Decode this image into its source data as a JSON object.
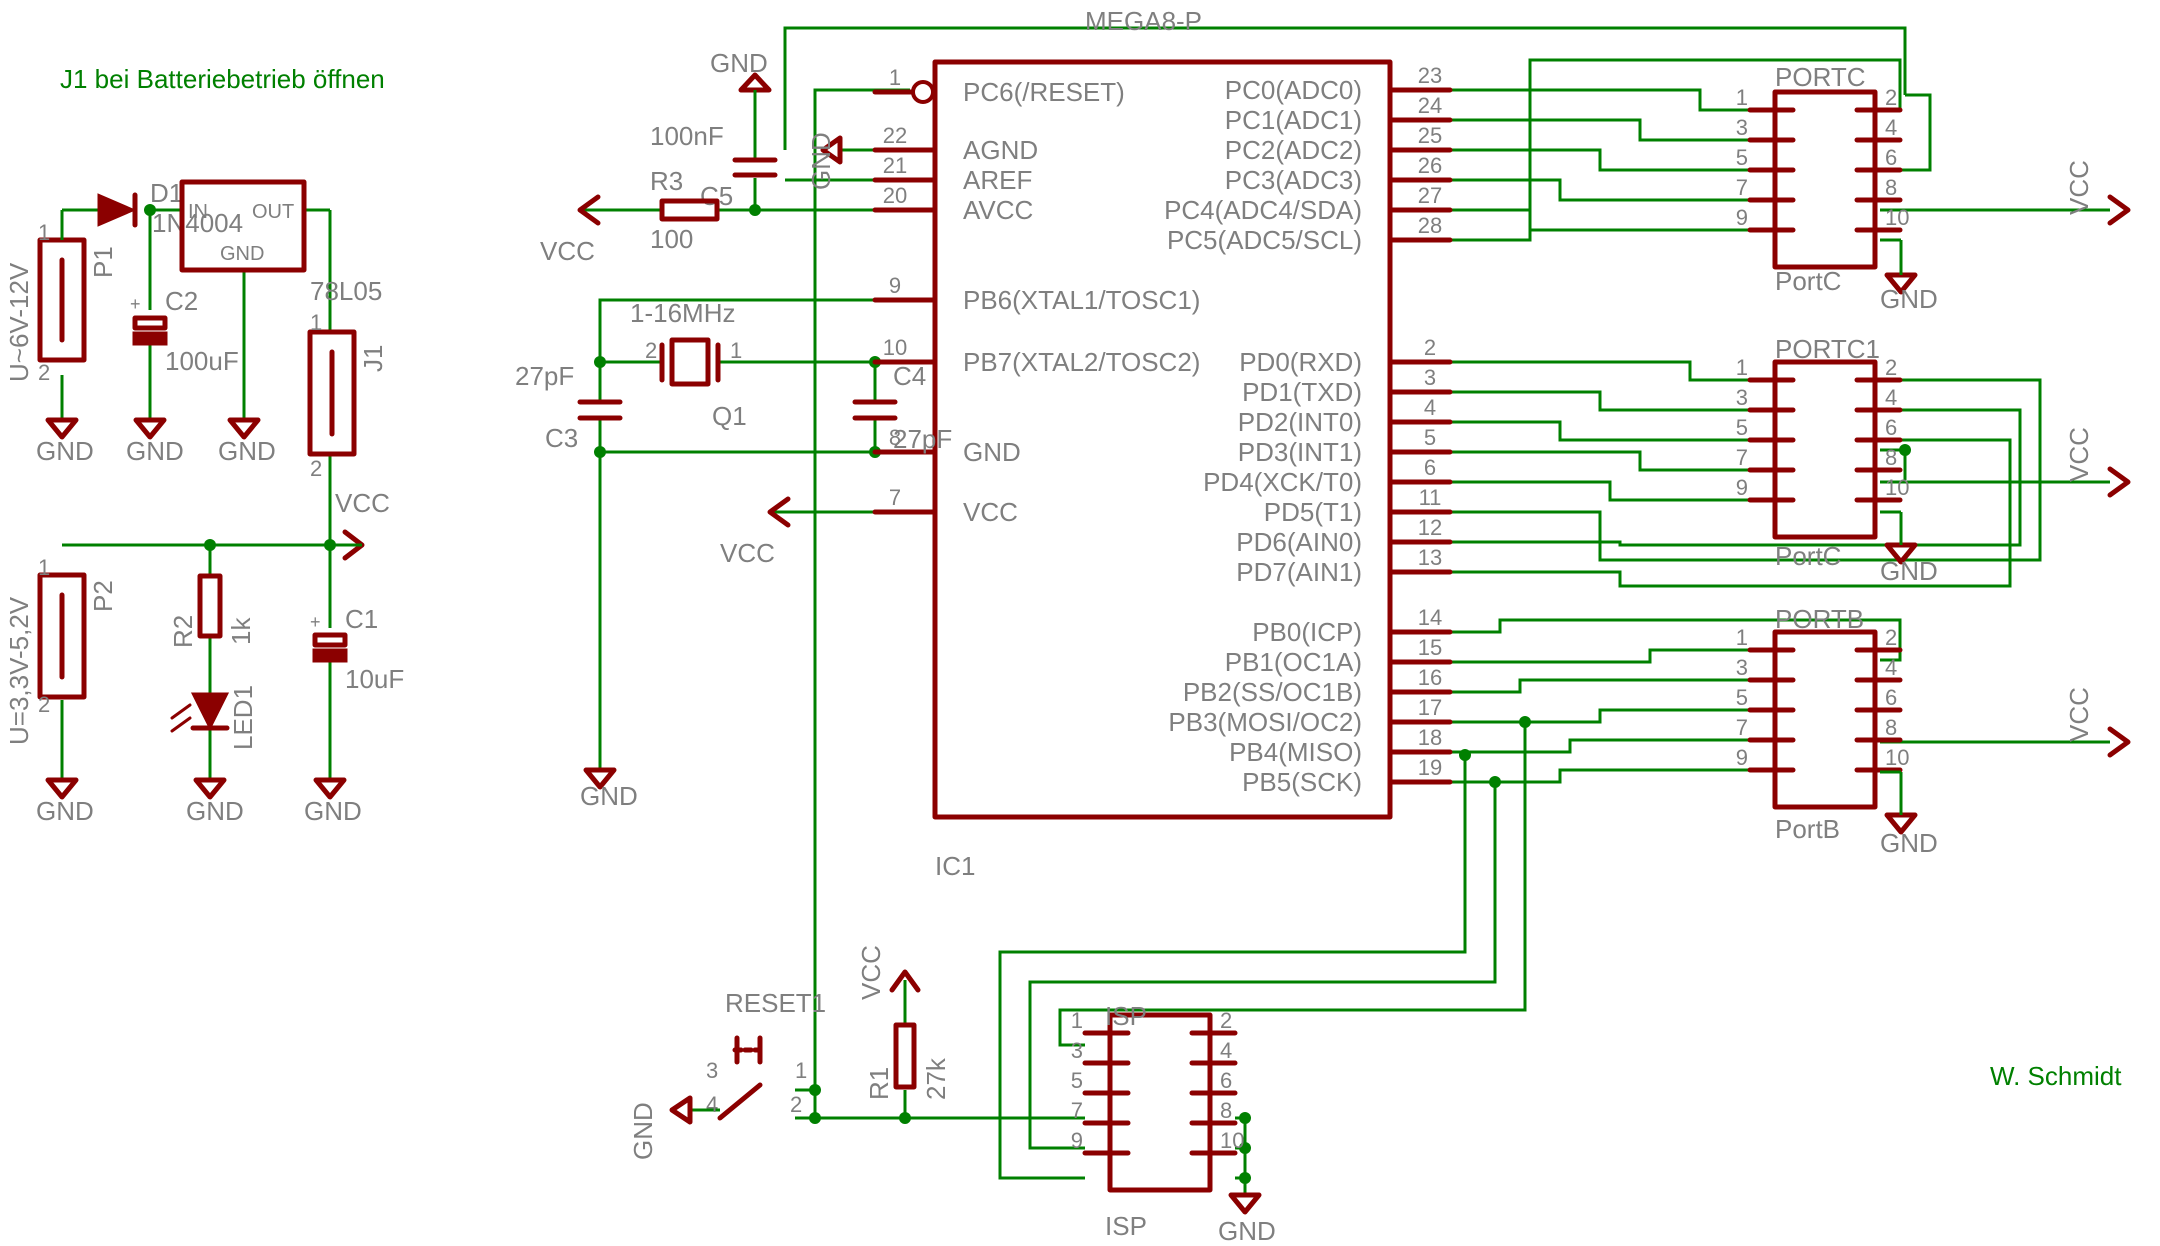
{
  "notes": {
    "battery": "J1 bei Batteriebetrieb öffnen",
    "author": "W. Schmidt"
  },
  "power": {
    "P1": {
      "name": "P1",
      "value": "U~6V-12V",
      "pin1": "1",
      "pin2": "2"
    },
    "P2": {
      "name": "P2",
      "value": "U=3,3V-5,2V",
      "pin1": "1",
      "pin2": "2"
    },
    "D1": {
      "name": "D1",
      "value": "1N4004"
    },
    "reg": {
      "value": "78L05",
      "in": "IN",
      "out": "OUT",
      "gnd": "GND"
    },
    "C2": {
      "name": "C2",
      "value": "100uF",
      "plus": "+"
    },
    "C1": {
      "name": "C1",
      "value": "10uF",
      "plus": "+"
    },
    "J1": {
      "name": "J1",
      "pin1": "1",
      "pin2": "2"
    },
    "R2": {
      "name": "R2",
      "value": "1k"
    },
    "LED1": {
      "name": "LED1"
    }
  },
  "supply_labels": {
    "gnd": "GND",
    "vcc": "VCC"
  },
  "ic1": {
    "name": "IC1",
    "value": "MEGA8-P",
    "left_pins": [
      {
        "num": "1",
        "name": "PC6(/RESET)"
      },
      {
        "num": "22",
        "name": "AGND"
      },
      {
        "num": "21",
        "name": "AREF"
      },
      {
        "num": "20",
        "name": "AVCC"
      },
      {
        "num": "9",
        "name": "PB6(XTAL1/TOSC1)"
      },
      {
        "num": "10",
        "name": "PB7(XTAL2/TOSC2)"
      },
      {
        "num": "8",
        "name": "GND"
      },
      {
        "num": "7",
        "name": "VCC"
      }
    ],
    "right_pins": [
      {
        "num": "23",
        "name": "PC0(ADC0)"
      },
      {
        "num": "24",
        "name": "PC1(ADC1)"
      },
      {
        "num": "25",
        "name": "PC2(ADC2)"
      },
      {
        "num": "26",
        "name": "PC3(ADC3)"
      },
      {
        "num": "27",
        "name": "PC4(ADC4/SDA)"
      },
      {
        "num": "28",
        "name": "PC5(ADC5/SCL)"
      },
      {
        "num": "2",
        "name": "PD0(RXD)"
      },
      {
        "num": "3",
        "name": "PD1(TXD)"
      },
      {
        "num": "4",
        "name": "PD2(INT0)"
      },
      {
        "num": "5",
        "name": "PD3(INT1)"
      },
      {
        "num": "6",
        "name": "PD4(XCK/T0)"
      },
      {
        "num": "11",
        "name": "PD5(T1)"
      },
      {
        "num": "12",
        "name": "PD6(AIN0)"
      },
      {
        "num": "13",
        "name": "PD7(AIN1)"
      },
      {
        "num": "14",
        "name": "PB0(ICP)"
      },
      {
        "num": "15",
        "name": "PB1(OC1A)"
      },
      {
        "num": "16",
        "name": "PB2(SS/OC1B)"
      },
      {
        "num": "17",
        "name": "PB3(MOSI/OC2)"
      },
      {
        "num": "18",
        "name": "PB4(MISO)"
      },
      {
        "num": "19",
        "name": "PB5(SCK)"
      }
    ]
  },
  "mcu_parts": {
    "C5": {
      "name": "C5",
      "value": "100nF"
    },
    "R3": {
      "name": "R3",
      "value": "100"
    },
    "Q1": {
      "name": "Q1",
      "value": "1-16MHz",
      "pin1": "1",
      "pin2": "2"
    },
    "C3": {
      "name": "C3",
      "value": "27pF"
    },
    "C4": {
      "name": "C4",
      "value": "27pF"
    },
    "R1": {
      "name": "R1",
      "value": "27k"
    },
    "reset": {
      "name": "RESET1",
      "pins": [
        "1",
        "2",
        "3",
        "4"
      ]
    }
  },
  "connectors": [
    {
      "name": "PORTC",
      "value": "PortC"
    },
    {
      "name": "PORTC1",
      "value": "PortC"
    },
    {
      "name": "PORTB",
      "value": "PortB"
    },
    {
      "name": "ISP",
      "value": "ISP"
    }
  ],
  "header_pins": {
    "left": [
      "1",
      "3",
      "5",
      "7",
      "9"
    ],
    "right": [
      "2",
      "4",
      "6",
      "8",
      "10"
    ]
  },
  "colors": {
    "symbol": "#8b0000",
    "wire": "#008000",
    "label": "#7f7f7f",
    "note": "#008000"
  }
}
